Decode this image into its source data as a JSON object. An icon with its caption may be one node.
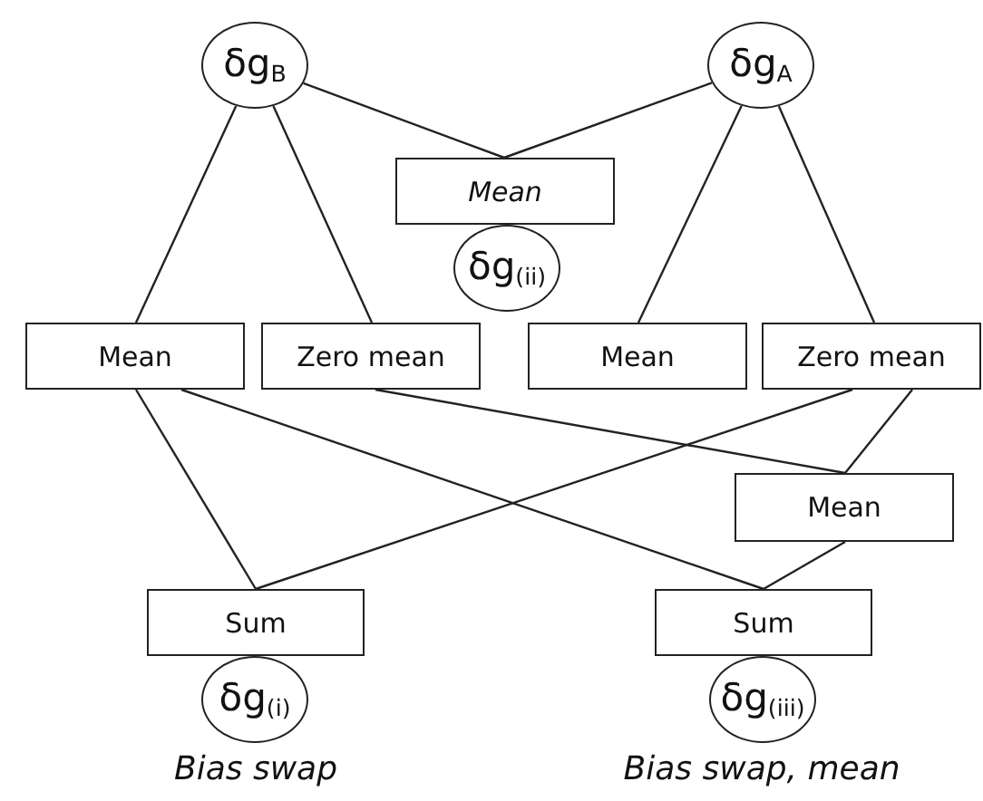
{
  "diagram": {
    "nodes": [
      {
        "text": [
          "δg$_{B}$"
        ]
      },
      {
        "text": [
          "δg$_{A}$"
        ]
      },
      {
        "text": [
          "Mean"
        ]
      },
      {
        "text": [
          "δg$_{(ii)}$"
        ]
      },
      {
        "text": [
          "Mean"
        ]
      },
      {
        "text": [
          "Zero mean"
        ]
      },
      {
        "text": [
          "Mean"
        ]
      },
      {
        "text": [
          "Zero mean"
        ]
      },
      {
        "text": [
          "Mean"
        ]
      },
      {
        "text": [
          "Sum"
        ]
      },
      {
        "text": [
          "δg$_{(i)}$"
        ]
      },
      {
        "text": [
          "Sum"
        ]
      },
      {
        "text": [
          "δg$_{(iii)}$"
        ]
      }
    ],
    "edges": [
      {
        "from": 0,
        "to": 2,
        "arrow": "none"
      },
      {
        "from": 1,
        "to": 2,
        "arrow": "none"
      },
      {
        "from": 0,
        "to": 4,
        "arrow": "none"
      },
      {
        "from": 0,
        "to": 5,
        "arrow": "none"
      },
      {
        "from": 1,
        "to": 6,
        "arrow": "none"
      },
      {
        "from": 1,
        "to": 7,
        "arrow": "none"
      },
      {
        "from": 4,
        "to": 9,
        "arrow": "none"
      },
      {
        "from": 4,
        "to": 11,
        "arrow": "none"
      },
      {
        "from": 5,
        "to": 8,
        "arrow": "none"
      },
      {
        "from": 7,
        "to": 9,
        "arrow": "none"
      },
      {
        "from": 7,
        "to": 8,
        "arrow": "none"
      },
      {
        "from": 8,
        "to": 11,
        "arrow": "none"
      }
    ],
    "labels": [
      "Bias swap",
      "Bias swap, mean"
    ]
  }
}
